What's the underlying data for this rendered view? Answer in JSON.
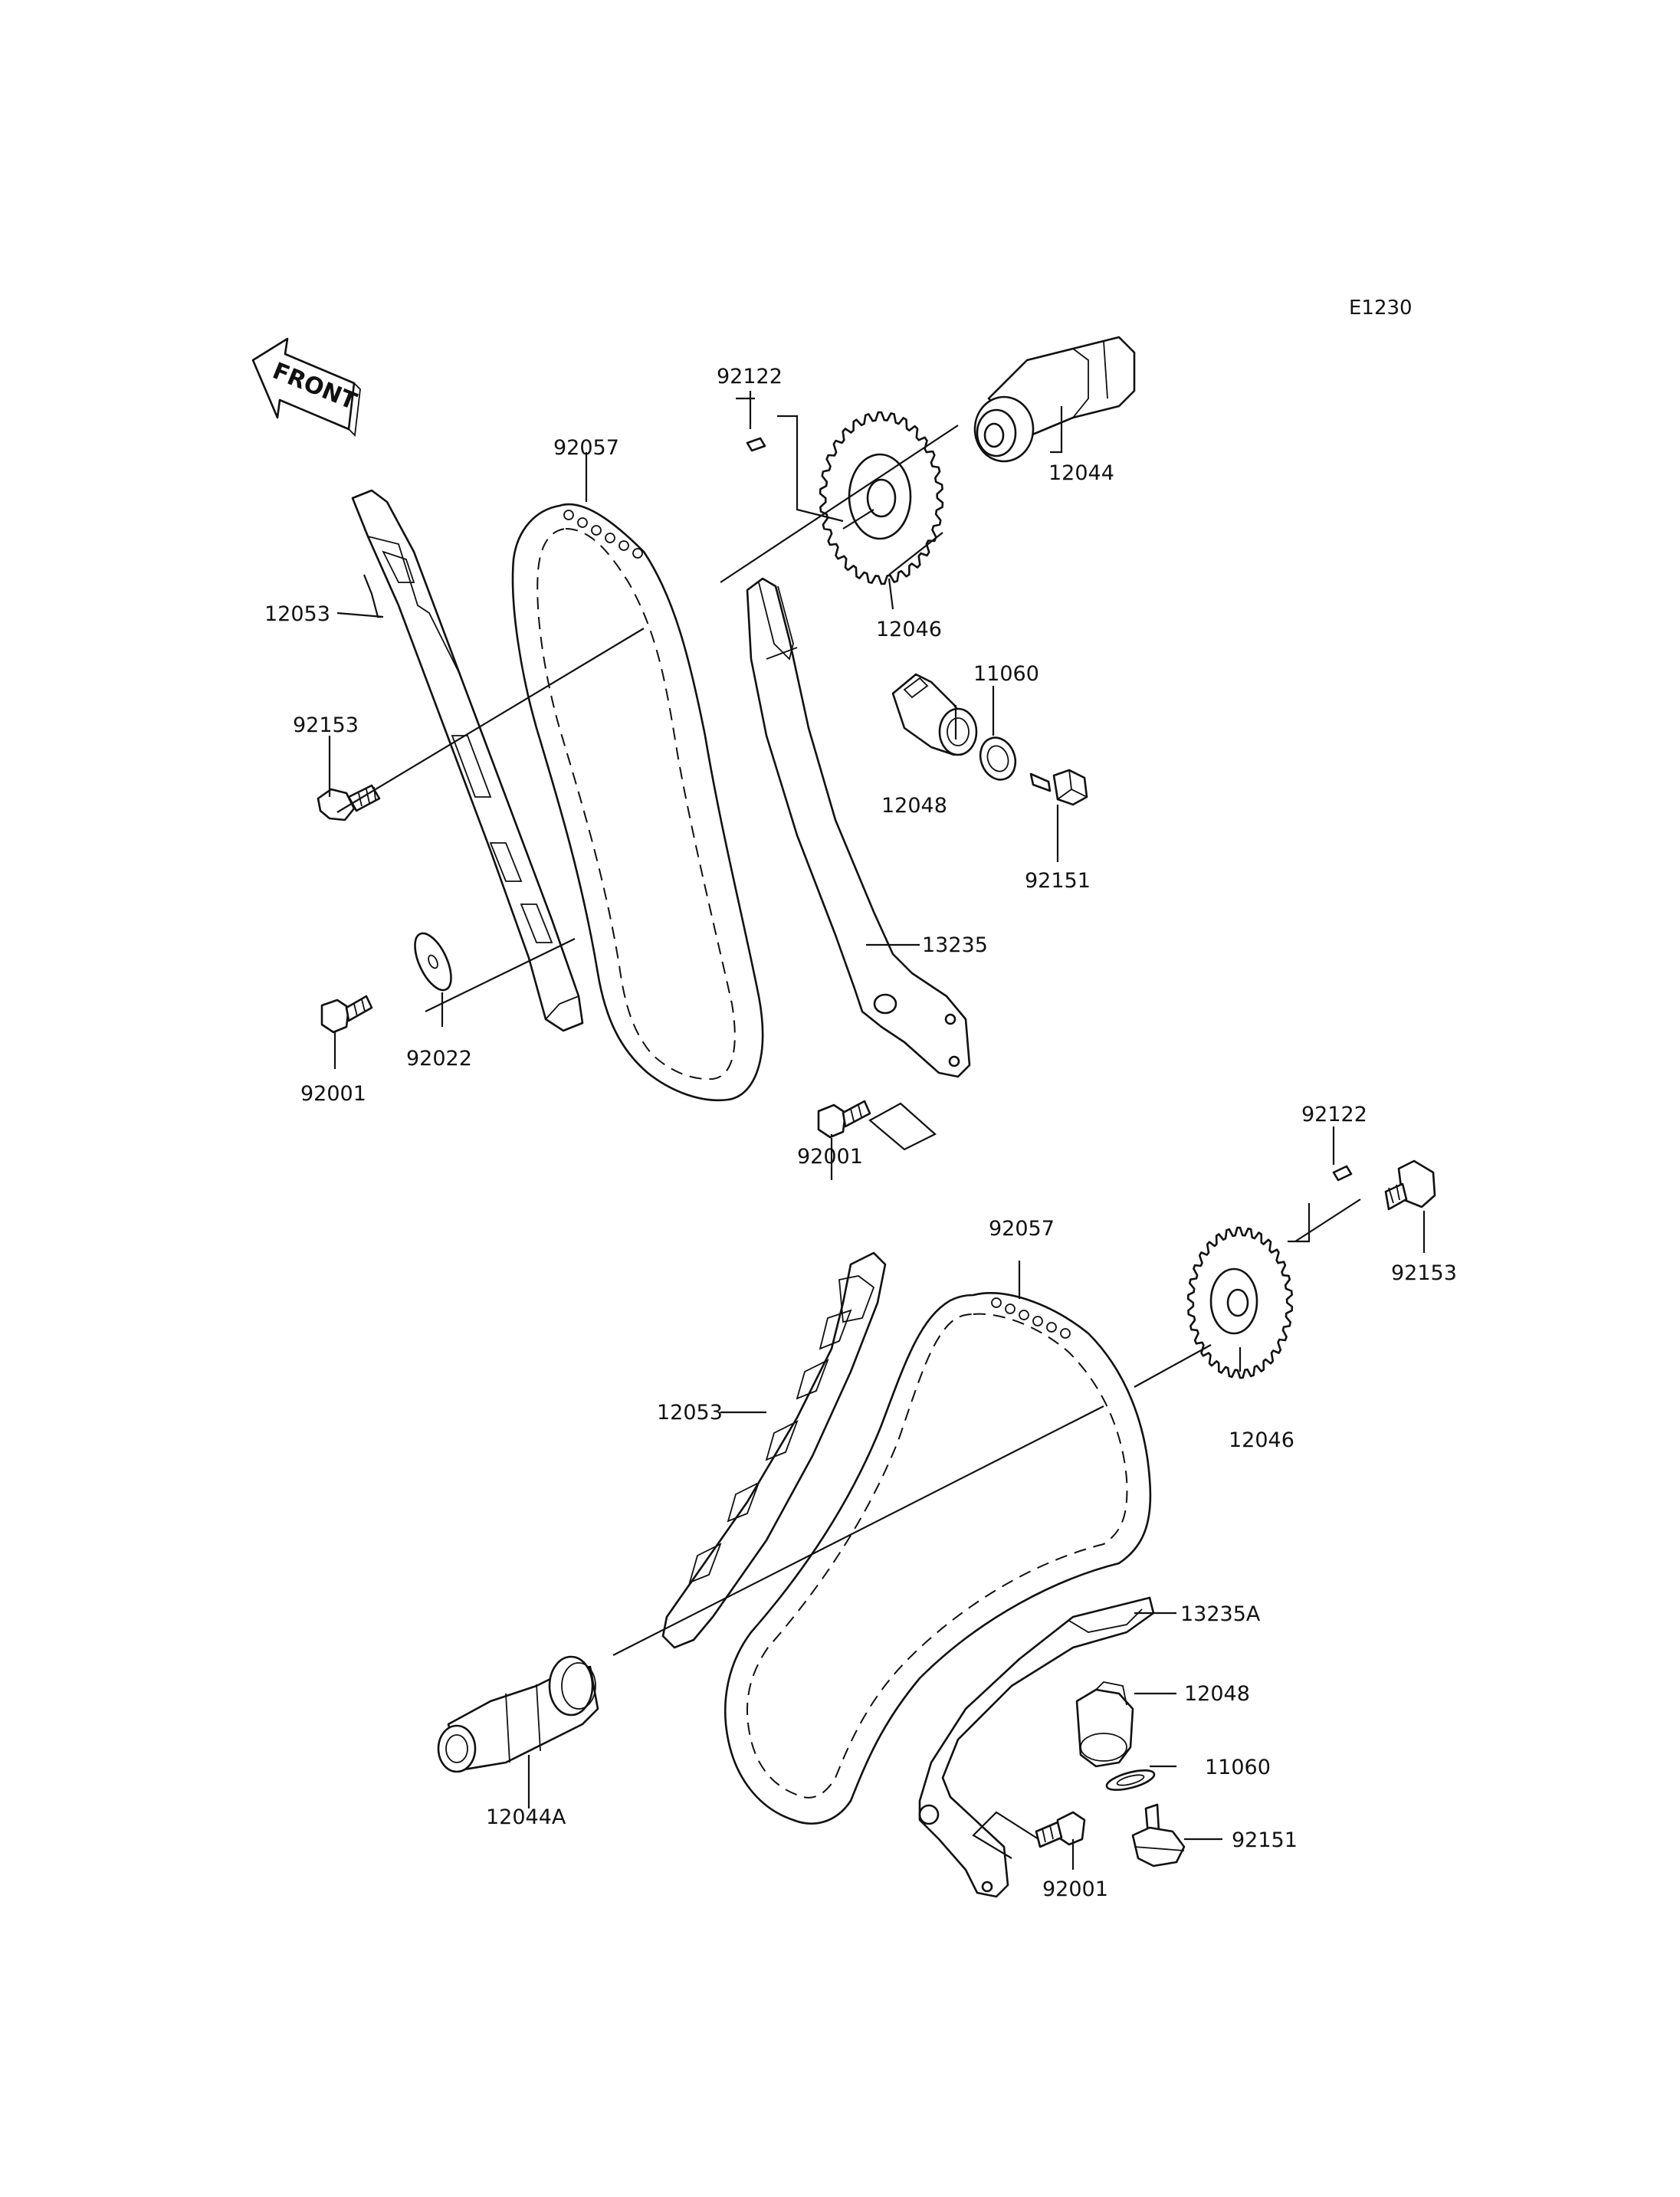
{
  "diagram_ref": "E1230",
  "front_label": "FRONT",
  "callouts": {
    "top_92122": "92122",
    "top_92057": "92057",
    "top_12044": "12044",
    "top_12053": "12053",
    "top_12046": "12046",
    "top_11060": "11060",
    "top_92153": "92153",
    "top_12048": "12048",
    "top_92151": "92151",
    "top_13235": "13235",
    "top_92022": "92022",
    "top_92001_left": "92001",
    "top_92001_right": "92001",
    "bot_92122": "92122",
    "bot_92057": "92057",
    "bot_92153": "92153",
    "bot_12053": "12053",
    "bot_12046": "12046",
    "bot_13235A": "13235A",
    "bot_12048": "12048",
    "bot_11060": "11060",
    "bot_12044A": "12044A",
    "bot_92151": "92151",
    "bot_92001": "92001"
  }
}
